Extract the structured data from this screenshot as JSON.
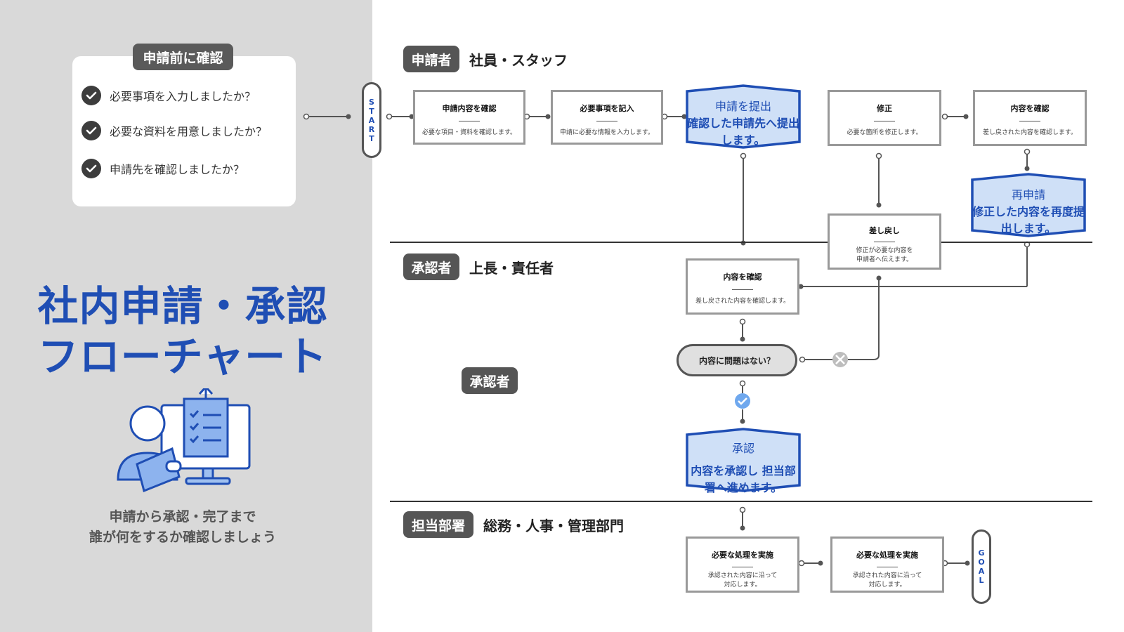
{
  "checklist": {
    "tag": "申請前に確認",
    "items": [
      "必要事項を入力しましたか？",
      "必要な資料を用意しましたか？",
      "申請先を確認しましたか？"
    ]
  },
  "title": {
    "line1": "社内申請・承認",
    "line2": "フローチャート"
  },
  "subtitle": {
    "line1": "申請から承認・完了まで",
    "line2": "誰が何をするか確認しましょう"
  },
  "terminals": {
    "start": [
      "S",
      "T",
      "A",
      "R",
      "T"
    ],
    "goal": [
      "G",
      "O",
      "A",
      "L"
    ]
  },
  "lanes": {
    "applicant": {
      "tag": "申請者",
      "name": "社員・スタッフ"
    },
    "approver": {
      "tag": "承認者",
      "name": "上長・責任者"
    },
    "approver_extra_tag": "承認者",
    "department": {
      "tag": "担当部署",
      "name": "総務・人事・管理部門"
    }
  },
  "steps": {
    "confirm_content": {
      "title": "申請内容を確認",
      "desc": "必要な項目・資料を確認します。"
    },
    "fill_required": {
      "title": "必要事項を記入",
      "desc": "申請に必要な情報を入力します。"
    },
    "submit": {
      "title": "申請を提出",
      "desc": "確認した申請先へ提出します。"
    },
    "fix": {
      "title": "修正",
      "desc": "必要な箇所を修正します。"
    },
    "check_returned": {
      "title": "内容を確認",
      "desc": "差し戻された内容を確認します。"
    },
    "resubmit": {
      "title": "再申請",
      "desc": "修正した内容を再度提出します。"
    },
    "sendback": {
      "title": "差し戻し",
      "desc": "修正が必要な内容を\n申請者へ伝えます。"
    },
    "approver_check": {
      "title": "内容を確認",
      "desc": "差し戻された内容を確認します。"
    },
    "decision": "内容に問題はない？",
    "approve": {
      "title": "承認",
      "desc": "内容を承認し\n担当部署へ進めます。"
    },
    "process1": {
      "title": "必要な処理を実施",
      "desc": "承認された内容に沿って\n対応します。"
    },
    "process2": {
      "title": "必要な処理を実施",
      "desc": "承認された内容に沿って\n対応します。"
    }
  },
  "colors": {
    "accent": "#1f4eb4",
    "highlight_fill": "#cfe0f7",
    "sidebar": "#d9d9d9",
    "tag": "#555555"
  }
}
